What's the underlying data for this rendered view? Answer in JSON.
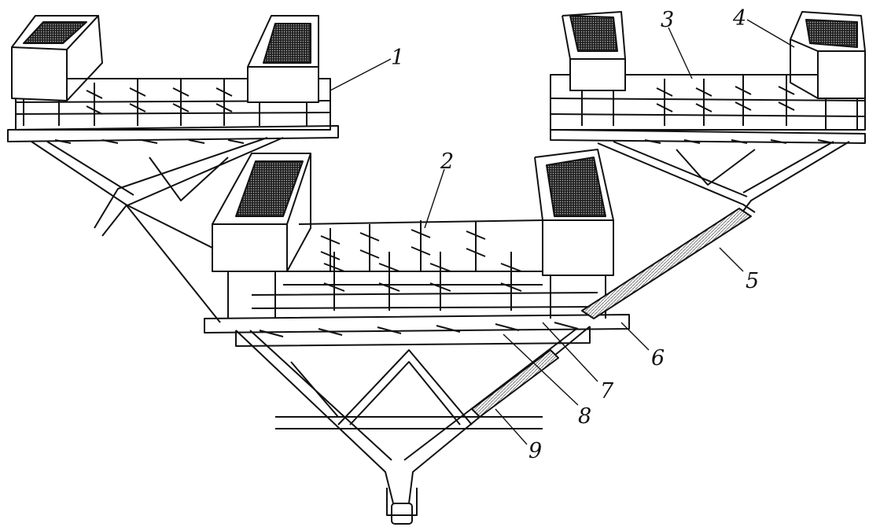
{
  "figure": {
    "callouts": [
      {
        "id": "1",
        "text": "1"
      },
      {
        "id": "2",
        "text": "2"
      },
      {
        "id": "3",
        "text": "3"
      },
      {
        "id": "4",
        "text": "4"
      },
      {
        "id": "5",
        "text": "5"
      },
      {
        "id": "6",
        "text": "6"
      },
      {
        "id": "7",
        "text": "7"
      },
      {
        "id": "8",
        "text": "8"
      },
      {
        "id": "9",
        "text": "9"
      }
    ],
    "colors": {
      "ink": "#111111",
      "paper": "#ffffff",
      "hatch": "#888888"
    }
  }
}
